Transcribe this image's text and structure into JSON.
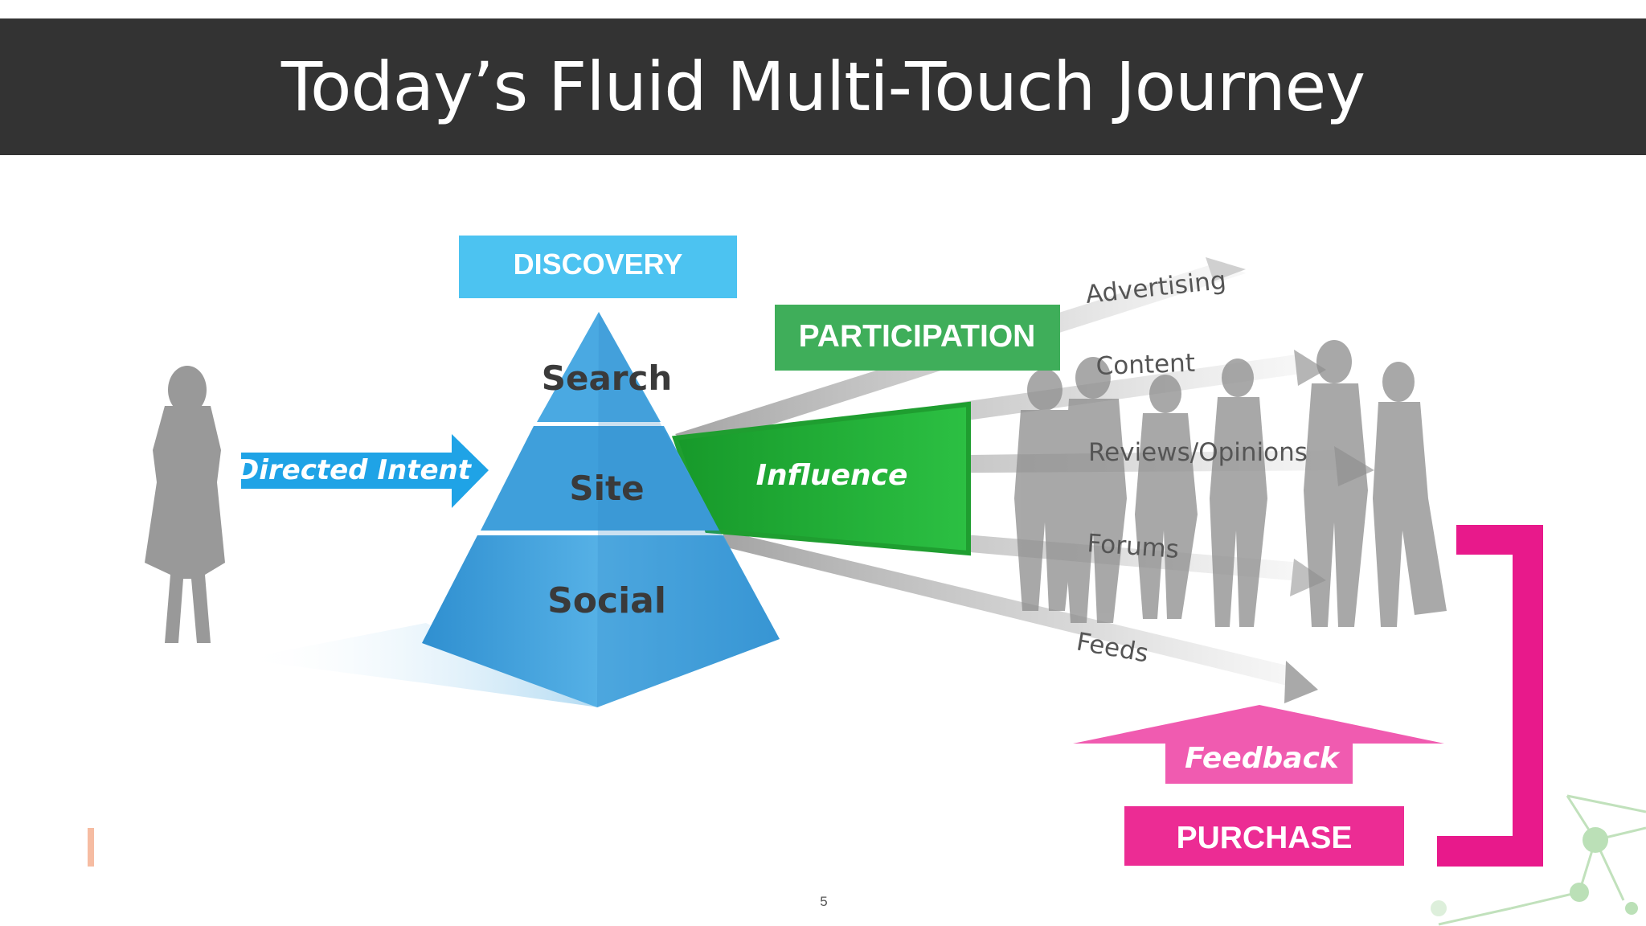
{
  "slide": {
    "title": "Today’s Fluid Multi-Touch Journey",
    "page_number": "5"
  },
  "diagram": {
    "discovery_label": "DISCOVERY",
    "participation_label": "PARTICIPATION",
    "directed_intent_label": "Directed Intent",
    "pyramid_levels": [
      "Search",
      "Site",
      "Social"
    ],
    "influence_label": "Influence",
    "channels": [
      "Advertising",
      "Content",
      "Reviews/Opinions",
      "Forums",
      "Feeds"
    ],
    "feedback_label": "Feedback",
    "purchase_label": "PURCHASE"
  },
  "colors": {
    "title_bar": "#333333",
    "discovery": "#4CC3F1",
    "pyramid": "#3D9FDB",
    "participation": "#3FAE5A",
    "influence": "#2BB53C",
    "purchase": "#EC2C94",
    "bracket": "#E8198B",
    "silhouette": "#8C8C8C"
  }
}
